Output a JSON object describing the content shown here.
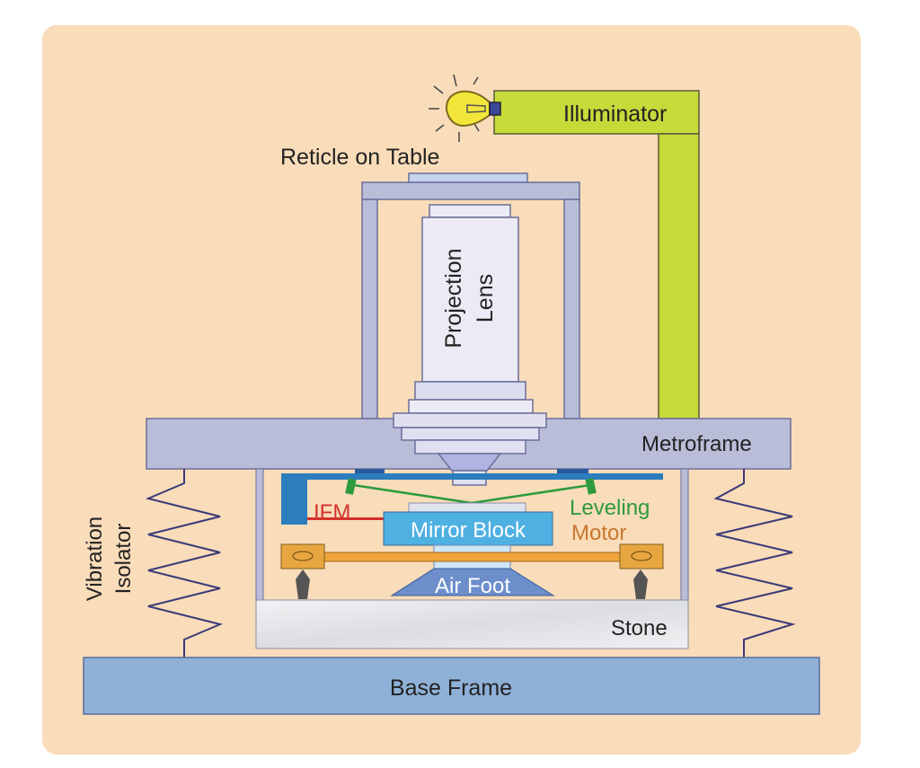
{
  "labels": {
    "illuminator": "Illuminator",
    "reticle": "Reticle on Table",
    "projection_lens_line1": "Projection",
    "projection_lens_line2": "Lens",
    "metroframe": "Metroframe",
    "ifm": "IFM",
    "leveling_motor_line1": "Leveling",
    "leveling_motor_line2": "Motor",
    "mirror_block": "Mirror Block",
    "air_foot": "Air Foot",
    "stone": "Stone",
    "vibration_isolator_line1": "Vibration",
    "vibration_isolator_line2": "Isolator",
    "base_frame": "Base Frame"
  },
  "colors": {
    "panel": "#f9dcb9",
    "illuminator": "#c6da3a",
    "frame": "#b9bdd8",
    "lens": "#e8e8f4",
    "plate": "#2b7dbd",
    "mirror": "#4fb0e2",
    "ifm": "#d3322d",
    "leveling": "#2e9a3e",
    "motor": "#c8762f",
    "rod": "#f0a43a",
    "airfoot": "#6c8fcb",
    "base": "#8fb1d8"
  }
}
